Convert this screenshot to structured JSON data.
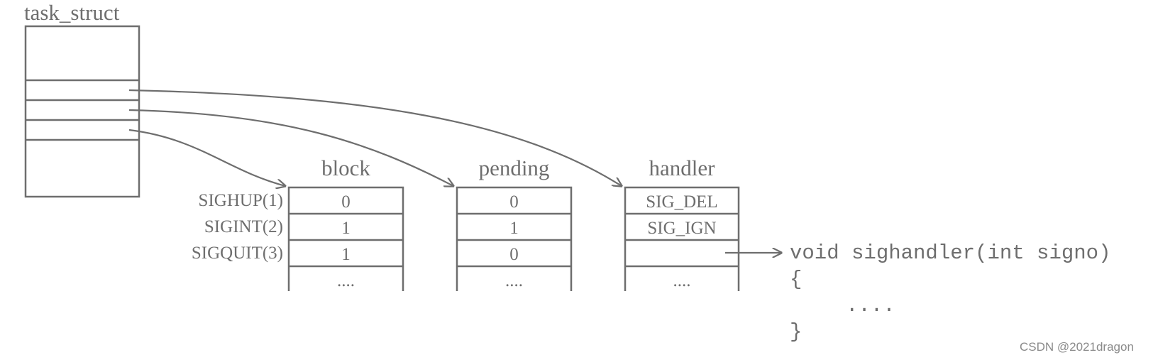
{
  "task_struct": {
    "label": "task_struct"
  },
  "tables": [
    {
      "key": "block",
      "title": "block",
      "values": [
        "0",
        "1",
        "1",
        "...."
      ]
    },
    {
      "key": "pending",
      "title": "pending",
      "values": [
        "0",
        "1",
        "0",
        "...."
      ]
    },
    {
      "key": "handler",
      "title": "handler",
      "values": [
        "SIG_DEL",
        "SIG_IGN",
        "",
        "...."
      ]
    }
  ],
  "signals": [
    "SIGHUP(1)",
    "SIGINT(2)",
    "SIGQUIT(3)"
  ],
  "code": {
    "signature": "void sighandler(int signo)",
    "open_brace": "{",
    "body": "....",
    "close_brace": "}"
  },
  "watermark": "CSDN @2021dragon",
  "colors": {
    "line": "#6e6e6e",
    "text": "#6e6e6e"
  }
}
